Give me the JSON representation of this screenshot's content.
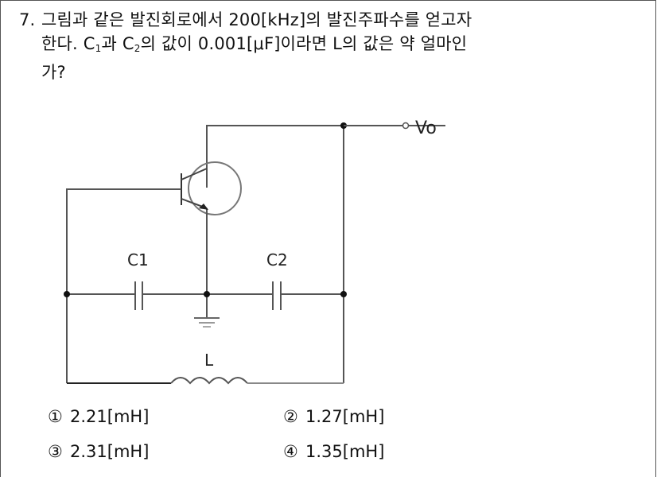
{
  "question": {
    "number": "7.",
    "line1": "그림과 같은 발진회로에서 200[kHz]의 발진주파수를 얻고자",
    "line2_a": "한다. C",
    "line2_sub1": "1",
    "line2_b": "과 C",
    "line2_sub2": "2",
    "line2_c": "의 값이 0.001[μF]이라면 L의 값은 약 얼마인",
    "line3": "가?"
  },
  "circuit": {
    "labels": {
      "c1": "C1",
      "c2": "C2",
      "inductor": "L",
      "output": "Vo"
    },
    "line_color": "#555555"
  },
  "choices": [
    {
      "mark": "①",
      "text": "2.21[mH]"
    },
    {
      "mark": "②",
      "text": "1.27[mH]"
    },
    {
      "mark": "③",
      "text": "2.31[mH]"
    },
    {
      "mark": "④",
      "text": "1.35[mH]"
    }
  ]
}
